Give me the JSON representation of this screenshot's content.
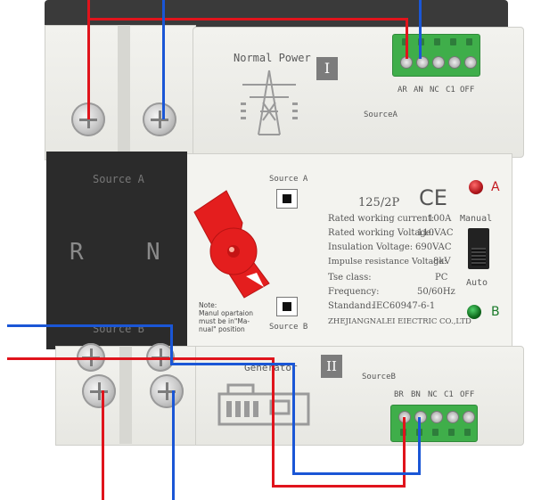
{
  "top_panel": {
    "title": "Normal Power",
    "roman": "I",
    "terminal_labels": [
      "AR",
      "AN",
      "NC",
      "C1",
      "OFF"
    ],
    "source_label": "SourceA"
  },
  "bottom_panel": {
    "title": "Generator",
    "roman": "II",
    "terminal_labels": [
      "BR",
      "BN",
      "NC",
      "C1",
      "OFF"
    ],
    "source_label": "SourceB"
  },
  "black_panel": {
    "source_a": "Source A",
    "source_b": "Source B",
    "pole_r": "R",
    "pole_n": "N"
  },
  "switch": {
    "pos_a": "Source A",
    "pos_b": "Source B",
    "note": "Note:\nManul opartaion\nmust be in\"Ma-\nnual\" position"
  },
  "specs": {
    "model": "125/2P",
    "ce": "CE",
    "rows": [
      {
        "label": "Rated working current:",
        "value": "100A"
      },
      {
        "label": "Rated working Voltage:",
        "value": "110VAC"
      },
      {
        "label": "Insulation Voltage:",
        "value": "690VAC"
      },
      {
        "label": "Impulse resistance Voltage:",
        "value": "8kV"
      },
      {
        "label": "Tse class:",
        "value": "PC"
      },
      {
        "label": "Frequency:",
        "value": "50/60Hz"
      },
      {
        "label": "Standand:",
        "value": "IEC60947-6-1"
      }
    ],
    "maker": "ZHEJIANGNALEI EIECTRIC CO.,LTD"
  },
  "indicators": {
    "a": "A",
    "b": "B",
    "mode_manual": "Manual",
    "mode_auto": "Auto",
    "color_a": "#b0151b",
    "color_b": "#0f6a1c"
  },
  "colors": {
    "wire_red": "#e0141c",
    "wire_blue": "#1a56d6",
    "terminal_green": "#3fae4a",
    "knob_red": "#e41e1e"
  }
}
